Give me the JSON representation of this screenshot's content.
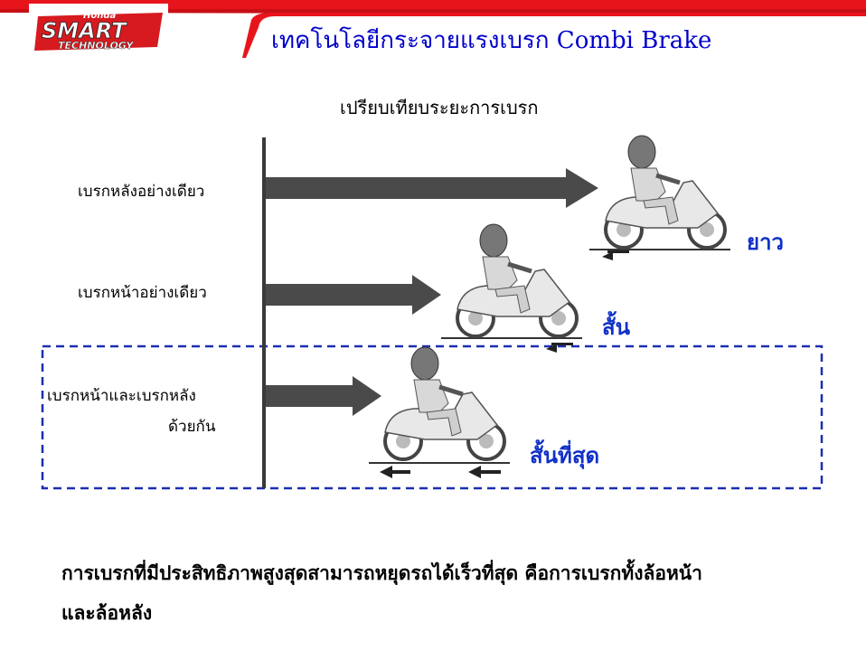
{
  "logo": {
    "brand": "Honda",
    "name": "SMART",
    "sub": "TECHNOLOGY"
  },
  "header": {
    "title": "เทคโนโลยีกระจายแรงเบรก  Combi Brake"
  },
  "diagram": {
    "title": "เปรียบเทียบระยะการเบรก",
    "rows": [
      {
        "label": "เบรกหลังอย่างเดียว",
        "result": "ยาว"
      },
      {
        "label": "เบรกหน้าอย่างเดียว",
        "result": "สั้น"
      },
      {
        "label_line1": "เบรกหน้าและเบรกหลัง",
        "label_line2": "ด้วยกัน",
        "result": "สั้นที่สุด"
      }
    ]
  },
  "conclusion": {
    "line1": "การเบรกที่มีประสิทธิภาพสูงสุดสามารถหยุดรถได้เร็วที่สุด คือการเบรกทั้งล้อหน้า",
    "line2": "และล้อหลัง"
  },
  "colors": {
    "accent_red": "#e8141c",
    "title_blue": "#0000cc",
    "result_blue": "#1030c8",
    "dash_blue": "#1a2fb0",
    "arrow_gray": "#555555"
  }
}
